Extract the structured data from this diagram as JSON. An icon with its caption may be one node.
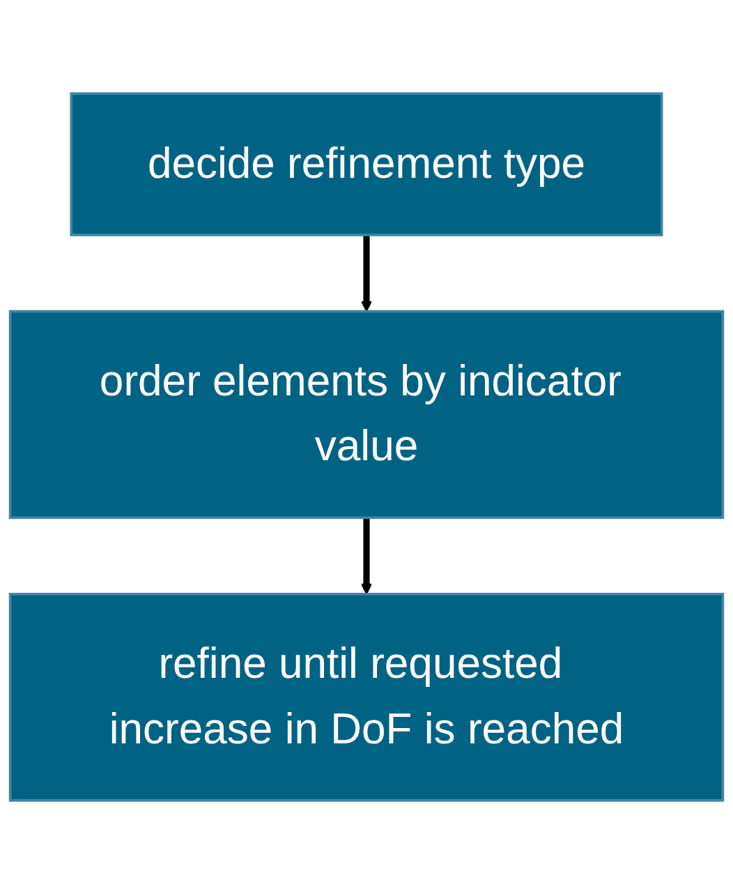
{
  "diagram": {
    "nodes": [
      {
        "text": [
          "decide refinement type"
        ]
      },
      {
        "text": [
          "order elements by indicator value"
        ]
      },
      {
        "text": [
          "refine until requested increase in DoF is reached"
        ]
      }
    ],
    "edges": [
      {
        "from": 0,
        "to": 1,
        "arrow": "to"
      },
      {
        "from": 1,
        "to": 2,
        "arrow": "to"
      }
    ]
  }
}
